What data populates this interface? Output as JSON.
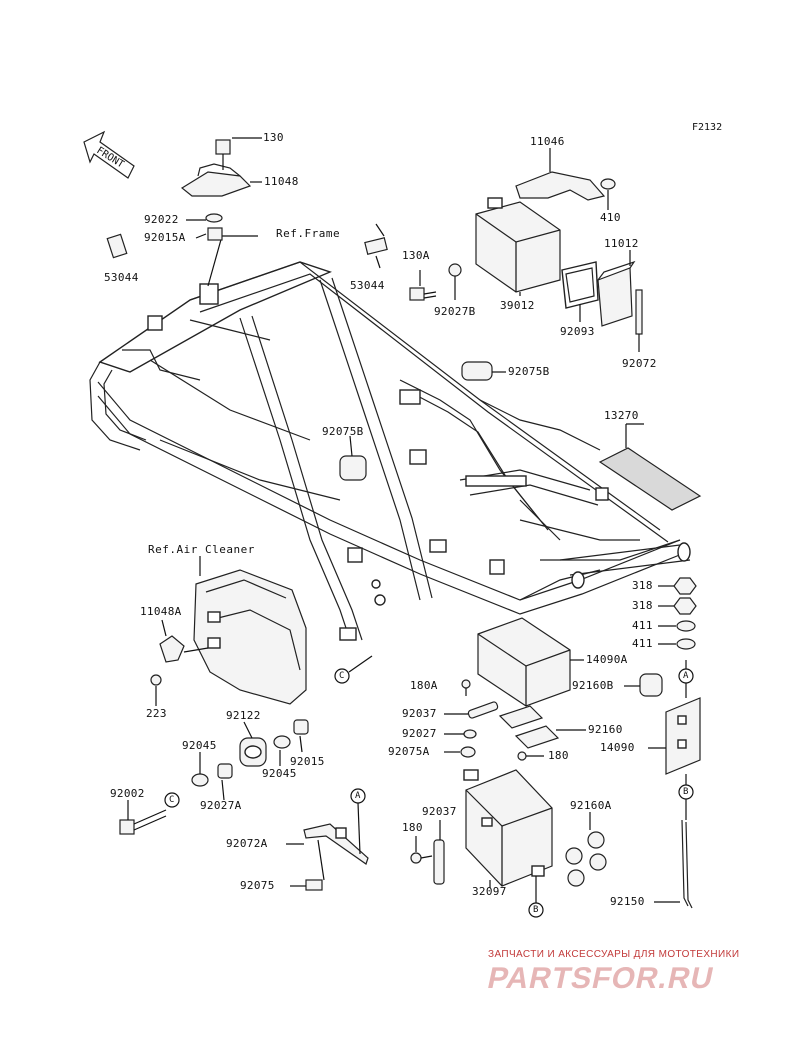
{
  "diagram_code": "F2132",
  "front_label": "FRONT",
  "refs": {
    "frame": "Ref.Frame",
    "air_cleaner": "Ref.Air Cleaner"
  },
  "part_labels": {
    "p130": "130",
    "p11048": "11048",
    "p92022": "92022",
    "p92015A": "92015A",
    "p53044_left": "53044",
    "p53044_right": "53044",
    "p130A": "130A",
    "p92027B": "92027B",
    "p11046": "11046",
    "p410": "410",
    "p39012": "39012",
    "p11012": "11012",
    "p92093": "92093",
    "p92072": "92072",
    "p92075B_top": "92075B",
    "p92075B_mid": "92075B",
    "p13270": "13270",
    "p318_a": "318",
    "p318_b": "318",
    "p411_a": "411",
    "p411_b": "411",
    "p14090A": "14090A",
    "p92160B": "92160B",
    "p14090": "14090",
    "p11048A": "11048A",
    "p223": "223",
    "p92122": "92122",
    "p92045_left": "92045",
    "p92015": "92015",
    "p92045_right": "92045",
    "p92002": "92002",
    "p92027A": "92027A",
    "p180A": "180A",
    "p92037_top": "92037",
    "p92027": "92027",
    "p92160": "92160",
    "p92075A": "92075A",
    "p180_right": "180",
    "p92037_bottom": "92037",
    "p180_left": "180",
    "p92160A": "92160A",
    "p32097": "32097",
    "p92072A": "92072A",
    "p92075": "92075",
    "p92150": "92150"
  },
  "callouts": {
    "c_frame": "C",
    "c_bolt": "C",
    "a_bracket": "A",
    "a_cover": "A",
    "b_cover": "B",
    "b_rod": "B"
  },
  "watermark": {
    "tagline": "ЗАПЧАСТИ И АКСЕССУАРЫ ДЛЯ МОТОТЕХНИКИ",
    "logo": "PARTSFOR.RU"
  }
}
